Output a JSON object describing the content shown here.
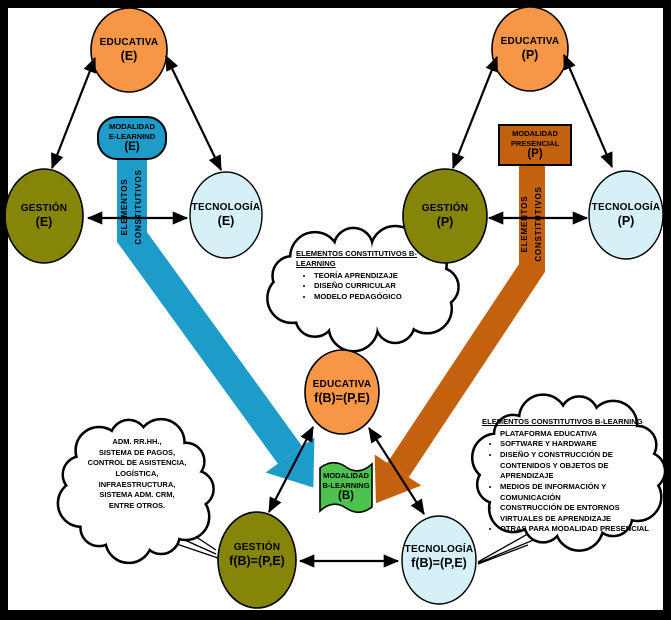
{
  "nodes": {
    "e_e": {
      "name": "EDUCATIVA",
      "sub": "(E)"
    },
    "g_e": {
      "name": "GESTIÓN",
      "sub": "(E)"
    },
    "t_e": {
      "name": "TECNOLOGÍA",
      "sub": "(E)"
    },
    "e_p": {
      "name": "EDUCATIVA",
      "sub": "(P)"
    },
    "g_p": {
      "name": "GESTIÓN",
      "sub": "(P)"
    },
    "t_p": {
      "name": "TECNOLOGÍA",
      "sub": "(P)"
    },
    "e_b": {
      "name": "EDUCATIVA",
      "sub": "f(B)=(P,E)"
    },
    "g_b": {
      "name": "GESTIÓN",
      "sub": "f(B)=(P,E)"
    },
    "t_b": {
      "name": "TECNOLOGÍA",
      "sub": "f(B)=(P,E)"
    }
  },
  "badges": {
    "elearning": {
      "line1": "MODALIDAD",
      "line2": "E-LEARNIND",
      "line3": "(E)"
    },
    "presencial": {
      "line1": "MODALIDAD",
      "line2": "PRESENCIAL",
      "line3": "(P)"
    },
    "blearning": {
      "line1": "MODALIDAD",
      "line2": "B-LEARNING",
      "line3": "(B)"
    }
  },
  "bands": {
    "left_label": "ELEMENTOS\nCONSTITUTIVOS",
    "right_label": "ELEMENTOS\nCONSTITUTIVOS"
  },
  "clouds": {
    "center": {
      "title": "ELEMENTOS CONSTITUTIVOS B-LEARNING",
      "items": [
        "TEORÍA APRENDIZAJE",
        "DISEÑO CURRICULAR",
        "MODELO PEDAGÓGICO"
      ]
    },
    "bottom_left": {
      "text": "ADM. RR.HH.,\nSISTEMA DE PAGOS,\nCONTROL DE ASISTENCIA,\nLOGÍSTICA,\nINFRAESTRUCTURA,\nSISTEMA ADM. CRM,\nENTRE OTROS."
    },
    "bottom_right": {
      "title": "ELEMENTOS CONSTITUTIVOS B-LEARNING",
      "items": [
        "PLATAFORMA EDUCATIVA",
        "SOFTWARE Y HARDWARE",
        "DISEÑO Y CONSTRUCCIÓN DE CONTENIDOS Y OBJETOS DE APRENDIZAJE",
        "MEDIOS DE INFORMACIÓN Y COMUNICACIÓN",
        "CONSTRUCCIÓN DE ENTORNOS VIRTUALES DE APRENDIZAJE",
        "OTRAS PARA MODALIDAD PRESENCIAL"
      ]
    }
  },
  "colors": {
    "educativa_orange": "#F79646",
    "gestion_olive": "#858509",
    "tecnologia_cyan": "#D6F0F7",
    "elearning_blue": "#1D9BC9",
    "presencial_brown": "#C4610F",
    "blearning_green": "#4DC24D",
    "frame_black": "#000000",
    "background_white": "#FFFFFF"
  }
}
